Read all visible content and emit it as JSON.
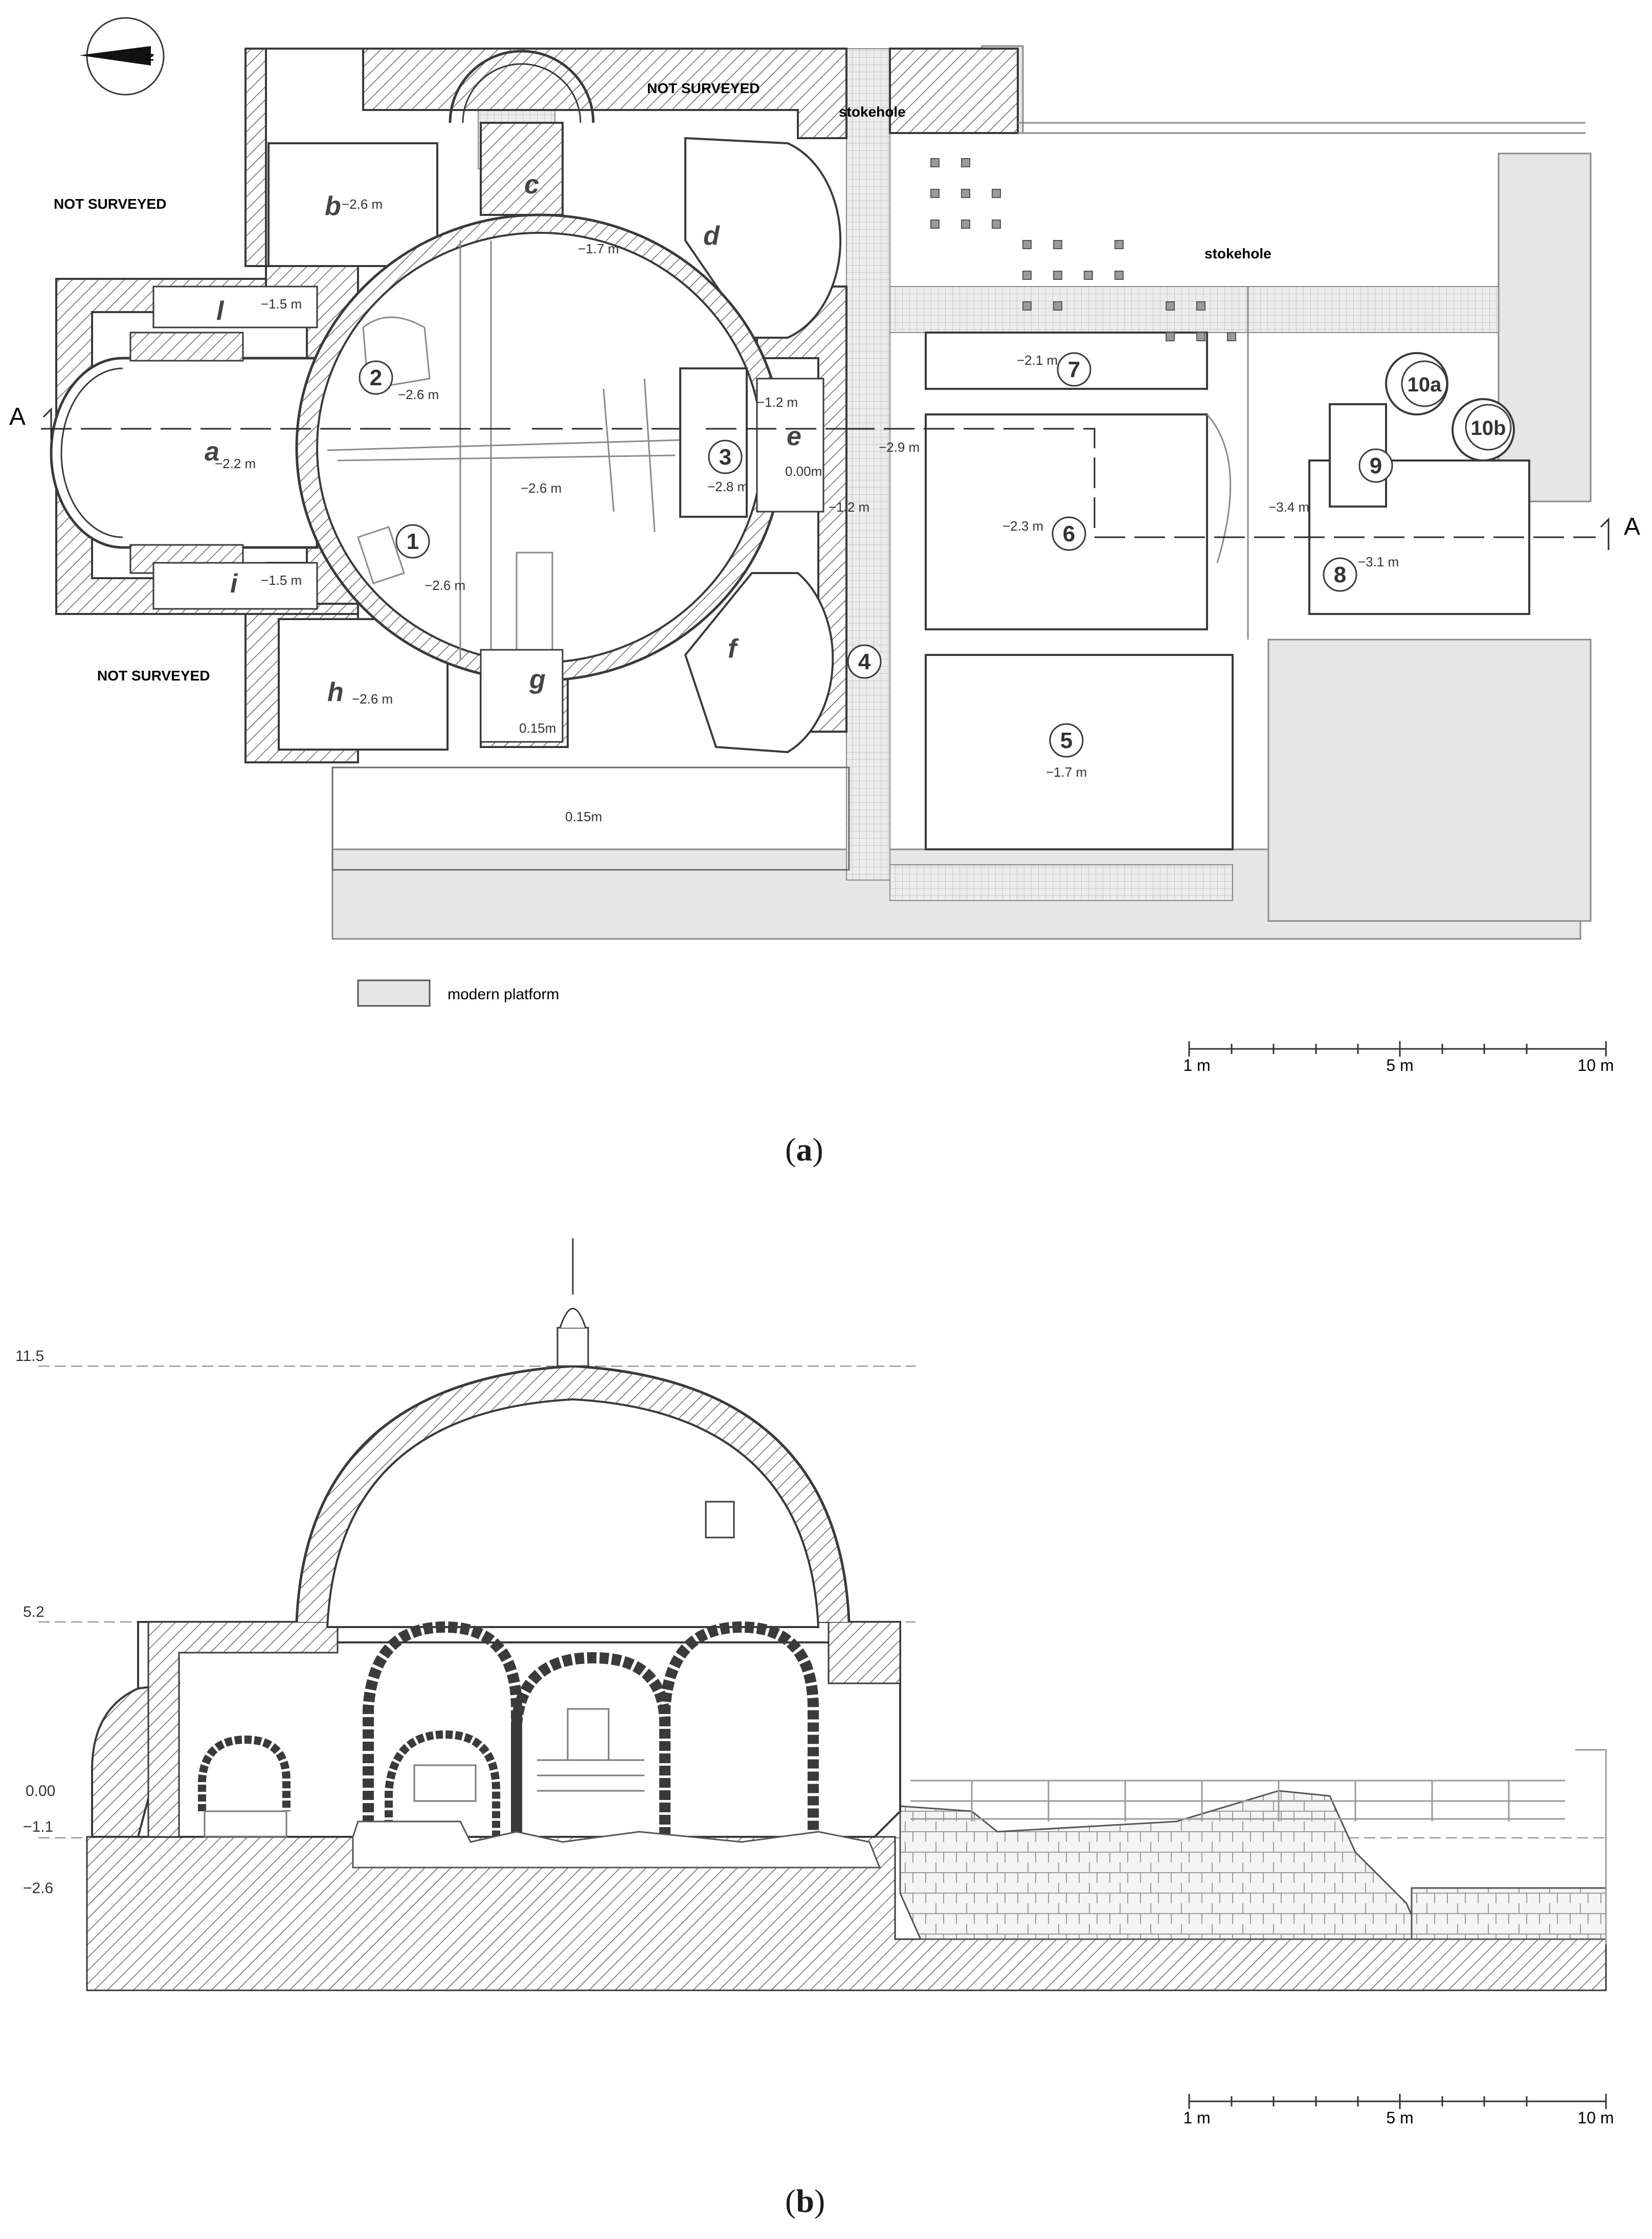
{
  "plan": {
    "north_label": "N",
    "section_marker": "A",
    "not_surveyed": [
      "NOT SURVEYED",
      "NOT SURVEYED",
      "NOT SURVEYED"
    ],
    "stokeholes": [
      "stokehole",
      "stokehole"
    ],
    "room_letters": [
      "a",
      "b",
      "c",
      "d",
      "e",
      "f",
      "g",
      "h",
      "i",
      "l"
    ],
    "room_numbers": [
      "1",
      "2",
      "3",
      "4",
      "5",
      "6",
      "7",
      "8",
      "9",
      "10a",
      "10b"
    ],
    "levels": {
      "b": "−2.6 m",
      "c": "−1.7 m",
      "l": "−1.5 m",
      "r2": "−2.6 m",
      "a": "−2.2 m",
      "center": "−2.6 m",
      "r1": "−2.6 m",
      "i": "−1.5 m",
      "h": "−2.6 m",
      "g": "0.15m",
      "south": "0.15m",
      "r3": "−2.8 m",
      "e_top": "−1.2 m",
      "e_zero": "0.00m",
      "e_bottom": "−1.2 m",
      "r4": "−2.9 m",
      "r7": "−2.1 m",
      "r6": "−2.3 m",
      "r5": "−1.7 m",
      "r8a": "−3.4 m",
      "r8": "−3.1 m"
    },
    "legend": "modern platform",
    "scale": [
      "1 m",
      "5 m",
      "10 m"
    ]
  },
  "section": {
    "elevations": [
      "11.5",
      "5.2",
      "0.00",
      "−1.1",
      "−2.6"
    ],
    "scale": [
      "1 m",
      "5 m",
      "10 m"
    ]
  },
  "captions": {
    "a": {
      "open": "(",
      "letter": "a",
      "close": ")"
    },
    "b": {
      "open": "(",
      "letter": "b",
      "close": ")"
    }
  },
  "colors": {
    "line": "#3a3a3a",
    "hatch": "#555555",
    "platform": "#e6e6e6",
    "grid": "#bdbdbd",
    "shade": "#d9d9d9"
  }
}
